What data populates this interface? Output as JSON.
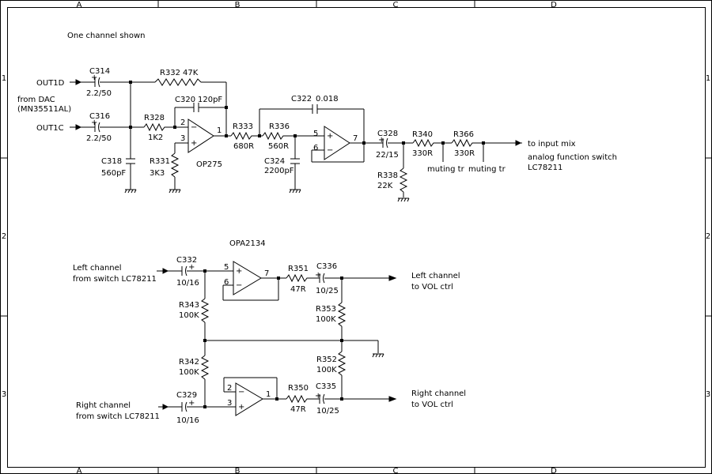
{
  "frame": {
    "columns": [
      "A",
      "B",
      "C",
      "D"
    ],
    "rows": [
      "1",
      "2",
      "3"
    ]
  },
  "header_note": "One channel shown",
  "inputs": {
    "out1d": "OUT1D",
    "out1c": "OUT1C",
    "from_dac": "from DAC",
    "dac_part": "(MN35511AL)"
  },
  "components": {
    "C314": {
      "ref": "C314",
      "value": "2.2/50"
    },
    "C316": {
      "ref": "C316",
      "value": "2.2/50"
    },
    "R332": {
      "ref": "R332",
      "value": "47K"
    },
    "C320": {
      "ref": "C320",
      "value": "120pF"
    },
    "R328": {
      "ref": "R328",
      "value": "1K2"
    },
    "C318": {
      "ref": "C318",
      "value": "560pF"
    },
    "R331": {
      "ref": "R331",
      "value": "3K3"
    },
    "OP275": {
      "ref": "OP275"
    },
    "R333": {
      "ref": "R333",
      "value": "680R"
    },
    "C322": {
      "ref": "C322",
      "value": "0.018"
    },
    "R336": {
      "ref": "R336",
      "value": "560R"
    },
    "C324": {
      "ref": "C324",
      "value": "2200pF"
    },
    "C328": {
      "ref": "C328",
      "value": "22/15"
    },
    "R338": {
      "ref": "R338",
      "value": "22K"
    },
    "R340": {
      "ref": "R340",
      "value": "330R"
    },
    "R366": {
      "ref": "R366",
      "value": "330R"
    },
    "OPA2134": {
      "ref": "OPA2134"
    },
    "C332": {
      "ref": "C332",
      "value": "10/16"
    },
    "R351": {
      "ref": "R351",
      "value": "47R"
    },
    "C336": {
      "ref": "C336",
      "value": "10/25"
    },
    "R343": {
      "ref": "R343",
      "value": "100K"
    },
    "R353": {
      "ref": "R353",
      "value": "100K"
    },
    "R342": {
      "ref": "R342",
      "value": "100K"
    },
    "R352": {
      "ref": "R352",
      "value": "100K"
    },
    "C329": {
      "ref": "C329",
      "value": "10/16"
    },
    "R350": {
      "ref": "R350",
      "value": "47R"
    },
    "C335": {
      "ref": "C335",
      "value": "10/25"
    }
  },
  "pins": {
    "op1_inv": "2",
    "op1_noninv": "3",
    "op1_out": "1",
    "op2_noninv": "5",
    "op2_inv": "6",
    "op2_out": "7",
    "opL_noninv": "5",
    "opL_inv": "6",
    "opL_out": "7",
    "opR_inv": "2",
    "opR_noninv": "3",
    "opR_out": "1"
  },
  "notes": {
    "muting1": "muting tr",
    "muting2": "muting tr",
    "to_input_mix": "to input mix",
    "analog_switch": "analog function switch",
    "analog_switch_part": "LC78211",
    "left_in_1": "Left channel",
    "left_in_2": "from switch LC78211",
    "left_out_1": "Left channel",
    "left_out_2": "to VOL ctrl",
    "right_in_1": "Right channel",
    "right_in_2": "from switch LC78211",
    "right_out_1": "Right channel",
    "right_out_2": "to VOL ctrl"
  }
}
